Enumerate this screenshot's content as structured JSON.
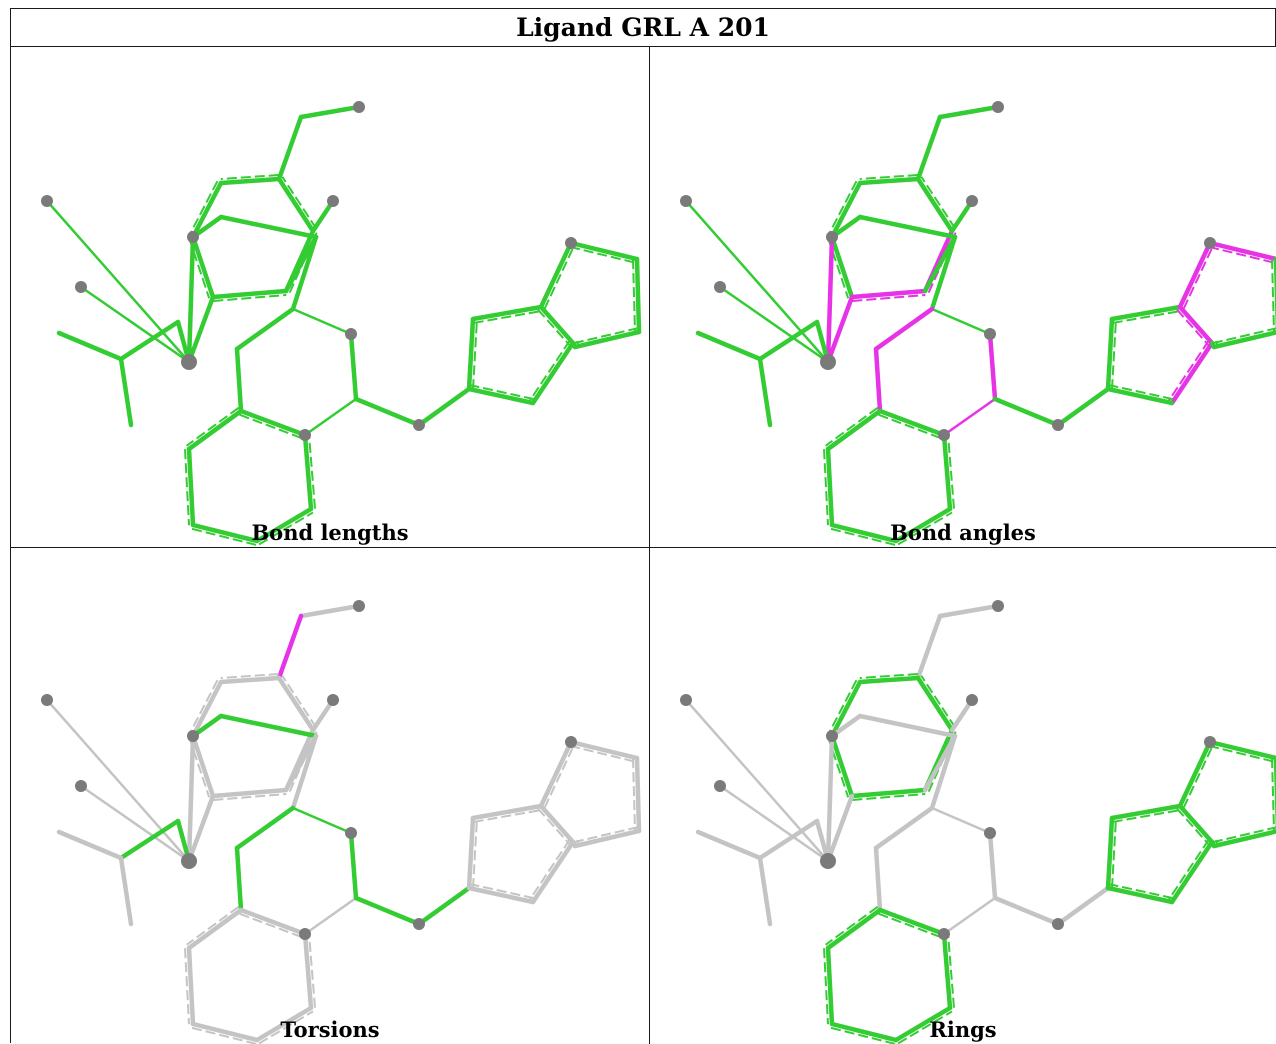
{
  "title": "Ligand GRL A 201",
  "colors": {
    "ok": "#33cc33",
    "outlier": "#e633e6",
    "neutral": "#c4c4c4",
    "atom": "#7a7a7a"
  },
  "panels": [
    {
      "label": "Bond lengths",
      "mode": "lengths"
    },
    {
      "label": "Bond angles",
      "mode": "angles"
    },
    {
      "label": "Torsions",
      "mode": "torsions"
    },
    {
      "label": "Rings",
      "mode": "rings"
    }
  ]
}
